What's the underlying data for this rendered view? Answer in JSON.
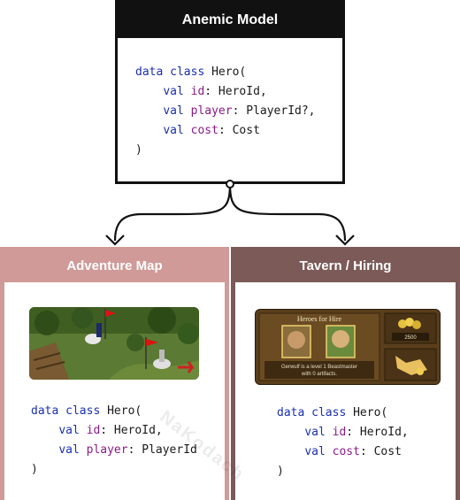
{
  "top": {
    "title": "Anemic Model",
    "code": {
      "l1_kw1": "data",
      "l1_kw2": "class",
      "l1_rest": "Hero(",
      "l2_kw": "val",
      "l2_prop": "id",
      "l2_rest": ": HeroId,",
      "l3_kw": "val",
      "l3_prop": "player",
      "l3_rest": ": PlayerId?,",
      "l4_kw": "val",
      "l4_prop": "cost",
      "l4_rest": ": Cost",
      "l5": ")"
    }
  },
  "left": {
    "title": "Adventure Map",
    "code": {
      "l1_kw1": "data",
      "l1_kw2": "class",
      "l1_rest": "Hero(",
      "l2_kw": "val",
      "l2_prop": "id",
      "l2_rest": ": HeroId,",
      "l3_kw": "val",
      "l3_prop": "player",
      "l3_rest": ": PlayerId",
      "l4": ")"
    }
  },
  "right": {
    "title": "Tavern / Hiring",
    "shot": {
      "header": "Heroes for Hire",
      "gold": "2500",
      "caption_l1": "Gerwulf is a level 1 Beastmaster",
      "caption_l2": "with 0 artifacts."
    },
    "code": {
      "l1_kw1": "data",
      "l1_kw2": "class",
      "l1_rest": "Hero(",
      "l2_kw": "val",
      "l2_prop": "id",
      "l2_rest": ": HeroId,",
      "l3_kw": "val",
      "l3_prop": "cost",
      "l3_rest": ": Cost",
      "l4": ")"
    }
  },
  "watermark": "NaKodach",
  "colors": {
    "left_panel": "#d09a98",
    "right_panel": "#7b5a58",
    "keyword": "#1a2fb0",
    "property": "#8a1a8a"
  }
}
